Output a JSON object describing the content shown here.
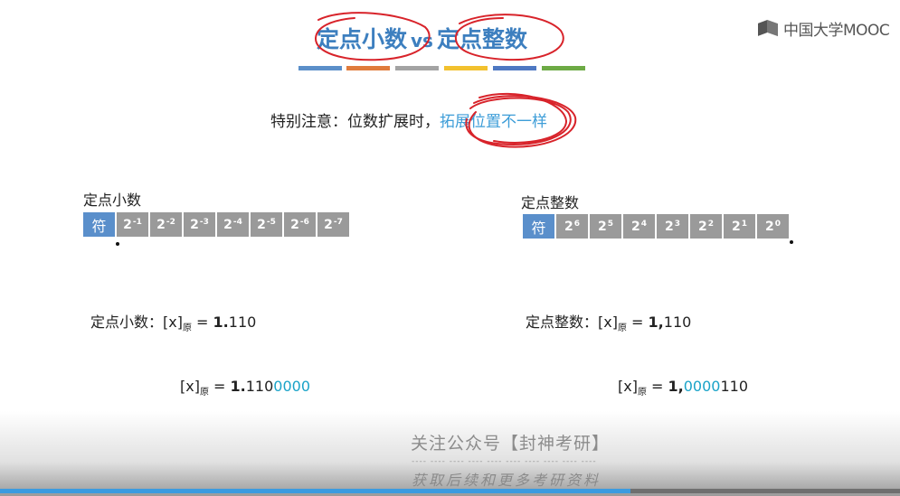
{
  "brand": {
    "logo_text": "中国大学MOOC"
  },
  "title": {
    "left": "定点小数",
    "vs": "vs",
    "right": "定点整数"
  },
  "stripes": [
    "#5b8fc9",
    "#e07b3c",
    "#a3a3a3",
    "#f2c12e",
    "#4e78c2",
    "#6daa45"
  ],
  "notice": {
    "prefix": "特别注意：位数扩展时，",
    "highlight": "拓展位置不一样"
  },
  "fraction": {
    "label": "定点小数",
    "sign": "符",
    "bits": [
      {
        "base": "2",
        "exp": "-1"
      },
      {
        "base": "2",
        "exp": "-2"
      },
      {
        "base": "2",
        "exp": "-3"
      },
      {
        "base": "2",
        "exp": "-4"
      },
      {
        "base": "2",
        "exp": "-5"
      },
      {
        "base": "2",
        "exp": "-6"
      },
      {
        "base": "2",
        "exp": "-7"
      }
    ],
    "expr1": {
      "prefix": "定点小数：",
      "x": "[x]",
      "sub": "原",
      "eq": " = ",
      "bold": "1.",
      "rest": "110",
      "pad": ""
    },
    "expr2": {
      "prefix": "",
      "x": "[x]",
      "sub": "原",
      "eq": " = ",
      "bold": "1.",
      "rest": "110",
      "pad": "0000"
    }
  },
  "integer": {
    "label": "定点整数",
    "sign": "符",
    "bits": [
      {
        "base": "2",
        "exp": "6"
      },
      {
        "base": "2",
        "exp": "5"
      },
      {
        "base": "2",
        "exp": "4"
      },
      {
        "base": "2",
        "exp": "3"
      },
      {
        "base": "2",
        "exp": "2"
      },
      {
        "base": "2",
        "exp": "1"
      },
      {
        "base": "2",
        "exp": "0"
      }
    ],
    "expr1": {
      "prefix": "定点整数：",
      "x": "[x]",
      "sub": "原",
      "eq": " = ",
      "bold": "1,",
      "pad": "",
      "rest": "110"
    },
    "expr2": {
      "prefix": "",
      "x": "[x]",
      "sub": "原",
      "eq": " = ",
      "bold": "1,",
      "pad": "0000",
      "rest": "110"
    }
  },
  "watermark": {
    "line1": "关注公众号【封神考研】",
    "dashes": "---- ---- ---- ---- ---- ---- ---- ---- ---- ----",
    "line2": "获取后续和更多考研资料"
  },
  "player": {
    "progress": 0.7
  }
}
